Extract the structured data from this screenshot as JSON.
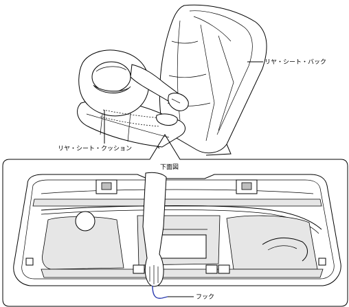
{
  "labels": {
    "seat_back": "リヤ・シート・バック",
    "seat_cushion": "リヤ・シート・クッション",
    "bottom_view": "下面図",
    "hook": "フック"
  },
  "colors": {
    "line": "#000000",
    "background": "#ffffff",
    "panel_fill": "#e6e6e6",
    "hook_highlight": "#2a3bb0"
  }
}
